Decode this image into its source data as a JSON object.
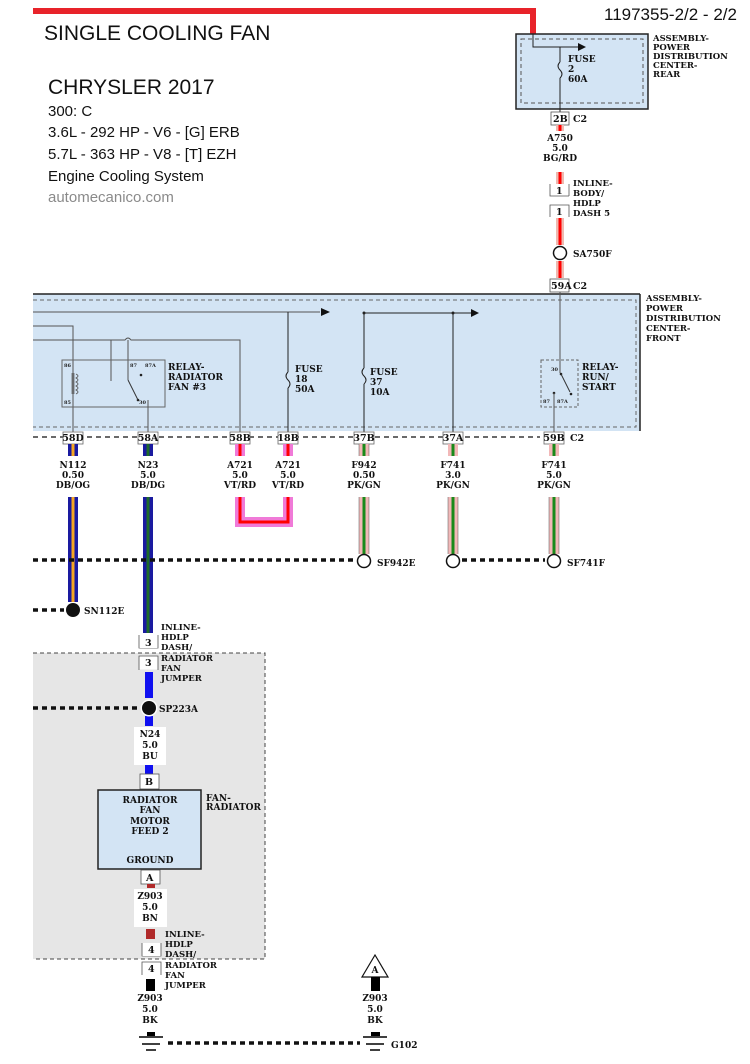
{
  "header": {
    "title": "SINGLE COOLING FAN",
    "make_year": "CHRYSLER 2017",
    "model": "300: C",
    "engine_1": "3.6L - 292 HP - V6 - [G] ERB",
    "engine_2": "5.7L - 363 HP - V8 - [T] EZH",
    "system": "Engine Cooling System",
    "source": "automecanico.com",
    "page_id": "1197355-2/2 - 2/2"
  },
  "colors": {
    "feed_red": "#e8232a",
    "module_fill": "#d3e4f4",
    "zone_fill": "#e6e6e6",
    "wire_blue": "#1a1aa0",
    "wire_bright_blue": "#1010f0",
    "wire_orange": "#f5a623",
    "wire_dark_green": "#1f6b2a",
    "wire_red": "#ff0000",
    "wire_pink": "#f07ad8",
    "wire_green": "#1a8a1a",
    "wire_light_pink": "#f2b8b8",
    "wire_brown_red": "#b02a2a",
    "wire_black": "#000000"
  },
  "pdc_rear": {
    "label_lines": [
      "ASSEMBLY-",
      "POWER",
      "DISTRIBUTION",
      "CENTER-",
      "REAR"
    ],
    "fuse_lines": [
      "FUSE",
      "2",
      "60A"
    ],
    "connector_pin": "2B",
    "connector": "C2"
  },
  "wire_a750": {
    "circuit": "A750",
    "gauge": "5.0",
    "color": "BG/RD"
  },
  "inline_body": {
    "pin_top": "1",
    "pin_bottom": "1",
    "label_lines": [
      "INLINE-",
      "BODY/",
      "HDLP",
      "DASH 5"
    ]
  },
  "splice_sa750f": "SA750F",
  "pdc_front": {
    "label_lines": [
      "ASSEMBLY-",
      "POWER",
      "DISTRIBUTION",
      "CENTER-",
      "FRONT"
    ],
    "input_pin": "59A",
    "input_connector": "C2",
    "relay_fan3": {
      "label_lines": [
        "RELAY-",
        "RADIATOR",
        "FAN #3"
      ],
      "pins": [
        "86",
        "87",
        "87A",
        "85",
        "30"
      ]
    },
    "fuse18": {
      "lines": [
        "FUSE",
        "18",
        "50A"
      ]
    },
    "fuse37": {
      "lines": [
        "FUSE",
        "37",
        "10A"
      ]
    },
    "relay_run_start": {
      "label_lines": [
        "RELAY-",
        "RUN/",
        "START"
      ],
      "pins": [
        "30",
        "87",
        "87A"
      ]
    },
    "output_connector": "C2",
    "pins": [
      "58D",
      "58A",
      "58B",
      "18B",
      "37B",
      "37A",
      "59B"
    ]
  },
  "wires": [
    {
      "pin": "58D",
      "circuit": "N112",
      "gauge": "0.50",
      "color": "DB/OG"
    },
    {
      "pin": "58A",
      "circuit": "N23",
      "gauge": "5.0",
      "color": "DB/DG"
    },
    {
      "pin": "58B",
      "circuit": "A721",
      "gauge": "5.0",
      "color": "VT/RD"
    },
    {
      "pin": "18B",
      "circuit": "A721",
      "gauge": "5.0",
      "color": "VT/RD"
    },
    {
      "pin": "37B",
      "circuit": "F942",
      "gauge": "0.50",
      "color": "PK/GN"
    },
    {
      "pin": "37A",
      "circuit": "F741",
      "gauge": "3.0",
      "color": "PK/GN"
    },
    {
      "pin": "59B",
      "circuit": "F741",
      "gauge": "5.0",
      "color": "PK/GN"
    }
  ],
  "splices": {
    "sf942e": "SF942E",
    "sf741f": "SF741F",
    "sn112e": "SN112E",
    "sp223a": "SP223A"
  },
  "inline_hdlp_upper": {
    "pin_top": "3",
    "pin_bottom": "3",
    "label_lines": [
      "INLINE-",
      "HDLP",
      "DASH/",
      "RADIATOR",
      "FAN",
      "JUMPER"
    ]
  },
  "wire_n24": {
    "circuit": "N24",
    "gauge": "5.0",
    "color": "BU"
  },
  "fan_radiator": {
    "pin_top": "B",
    "pin_bottom": "A",
    "inner_lines": [
      "RADIATOR",
      "FAN",
      "MOTOR",
      "FEED 2"
    ],
    "ground_label": "GROUND",
    "label_lines": [
      "FAN-",
      "RADIATOR"
    ]
  },
  "wire_z903_bn": {
    "circuit": "Z903",
    "gauge": "5.0",
    "color": "BN"
  },
  "inline_hdlp_lower": {
    "pin_top": "4",
    "pin_bottom": "4",
    "label_lines": [
      "INLINE-",
      "HDLP",
      "DASH/",
      "RADIATOR",
      "FAN",
      "JUMPER"
    ]
  },
  "wire_z903_bk_left": {
    "circuit": "Z903",
    "gauge": "5.0",
    "color": "BK"
  },
  "wire_z903_bk_right": {
    "circuit": "Z903",
    "gauge": "5.0",
    "color": "BK"
  },
  "ref_arrow": "A",
  "ground": "G102"
}
